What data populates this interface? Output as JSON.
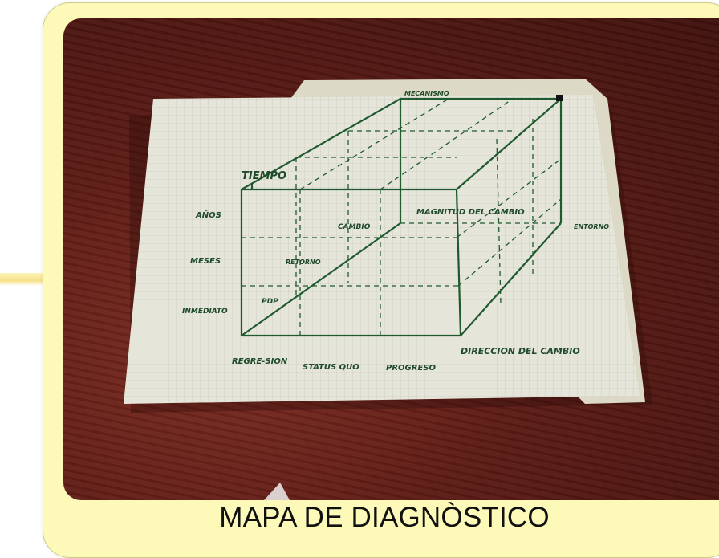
{
  "caption": "MAPA DE DIAGNÒSTICO",
  "sketch": {
    "axis_time": "TIEMPO",
    "time_years": "AÑOS",
    "time_months": "MESES",
    "time_immediate": "INMEDIATO",
    "axis_direction": "DIRECCION DEL CAMBIO",
    "dir_regression": "REGRE-SION",
    "dir_status_quo": "STATUS QUO",
    "dir_progress": "PROGRESO",
    "axis_magnitude": "MAGNITUD DEL CAMBIO",
    "mag_top": "MECANISMO",
    "mag_right": "ENTORNO",
    "mid_1": "CAMBIO",
    "mid_2": "RETORNO",
    "mid_3": "PDP"
  }
}
